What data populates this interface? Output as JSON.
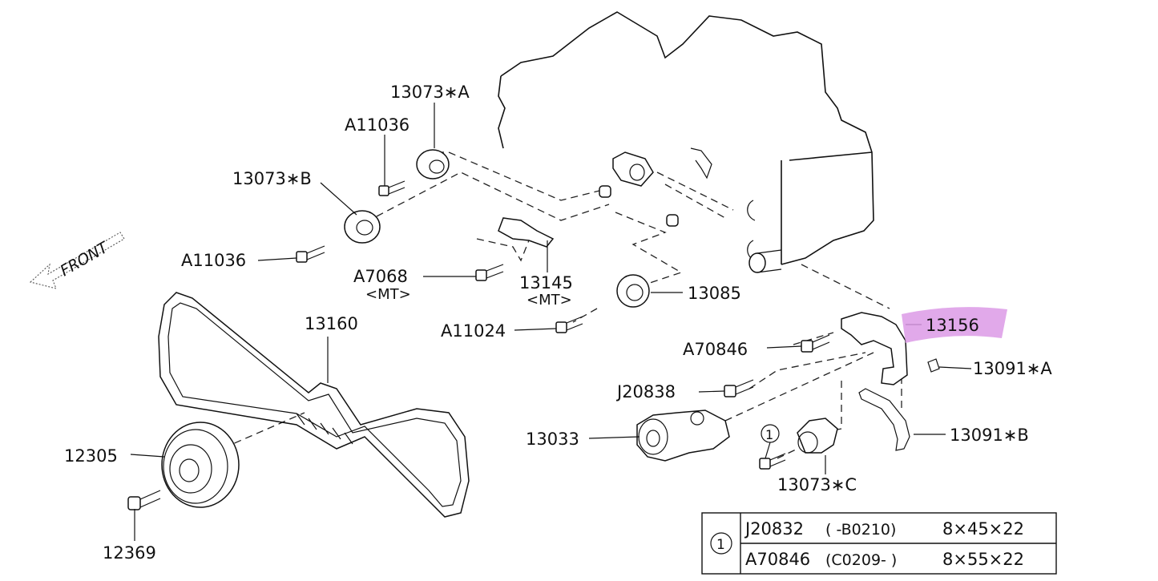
{
  "diagram": {
    "front_label": "FRONT",
    "callouts": [
      {
        "id": "p13073a",
        "label": "13073∗A"
      },
      {
        "id": "pA11036t",
        "label": "A11036"
      },
      {
        "id": "p13073b",
        "label": "13073∗B"
      },
      {
        "id": "pA11036b",
        "label": "A11036"
      },
      {
        "id": "pA7068",
        "label": "A7068"
      },
      {
        "id": "pA7068mt",
        "label": "<MT>"
      },
      {
        "id": "p13145",
        "label": "13145"
      },
      {
        "id": "p13145mt",
        "label": "<MT>"
      },
      {
        "id": "p13085",
        "label": "13085"
      },
      {
        "id": "pA11024",
        "label": "A11024"
      },
      {
        "id": "p13160",
        "label": "13160"
      },
      {
        "id": "p13156",
        "label": "13156"
      },
      {
        "id": "pA70846",
        "label": "A70846"
      },
      {
        "id": "p13091a",
        "label": "13091∗A"
      },
      {
        "id": "pJ20838",
        "label": "J20838"
      },
      {
        "id": "p13033",
        "label": "13033"
      },
      {
        "id": "p13091b",
        "label": "13091∗B"
      },
      {
        "id": "p12305",
        "label": "12305"
      },
      {
        "id": "p13073c",
        "label": "13073∗C"
      },
      {
        "id": "p12369",
        "label": "12369"
      },
      {
        "id": "pRef1",
        "label": "1"
      }
    ],
    "highlighted": "13156",
    "legend": {
      "ref": "1",
      "rows": [
        {
          "part": "J20832",
          "range": "( -B0210)",
          "size": "8×45×22"
        },
        {
          "part": "A70846",
          "range": "(C0209- )",
          "size": "8×55×22"
        }
      ]
    }
  }
}
